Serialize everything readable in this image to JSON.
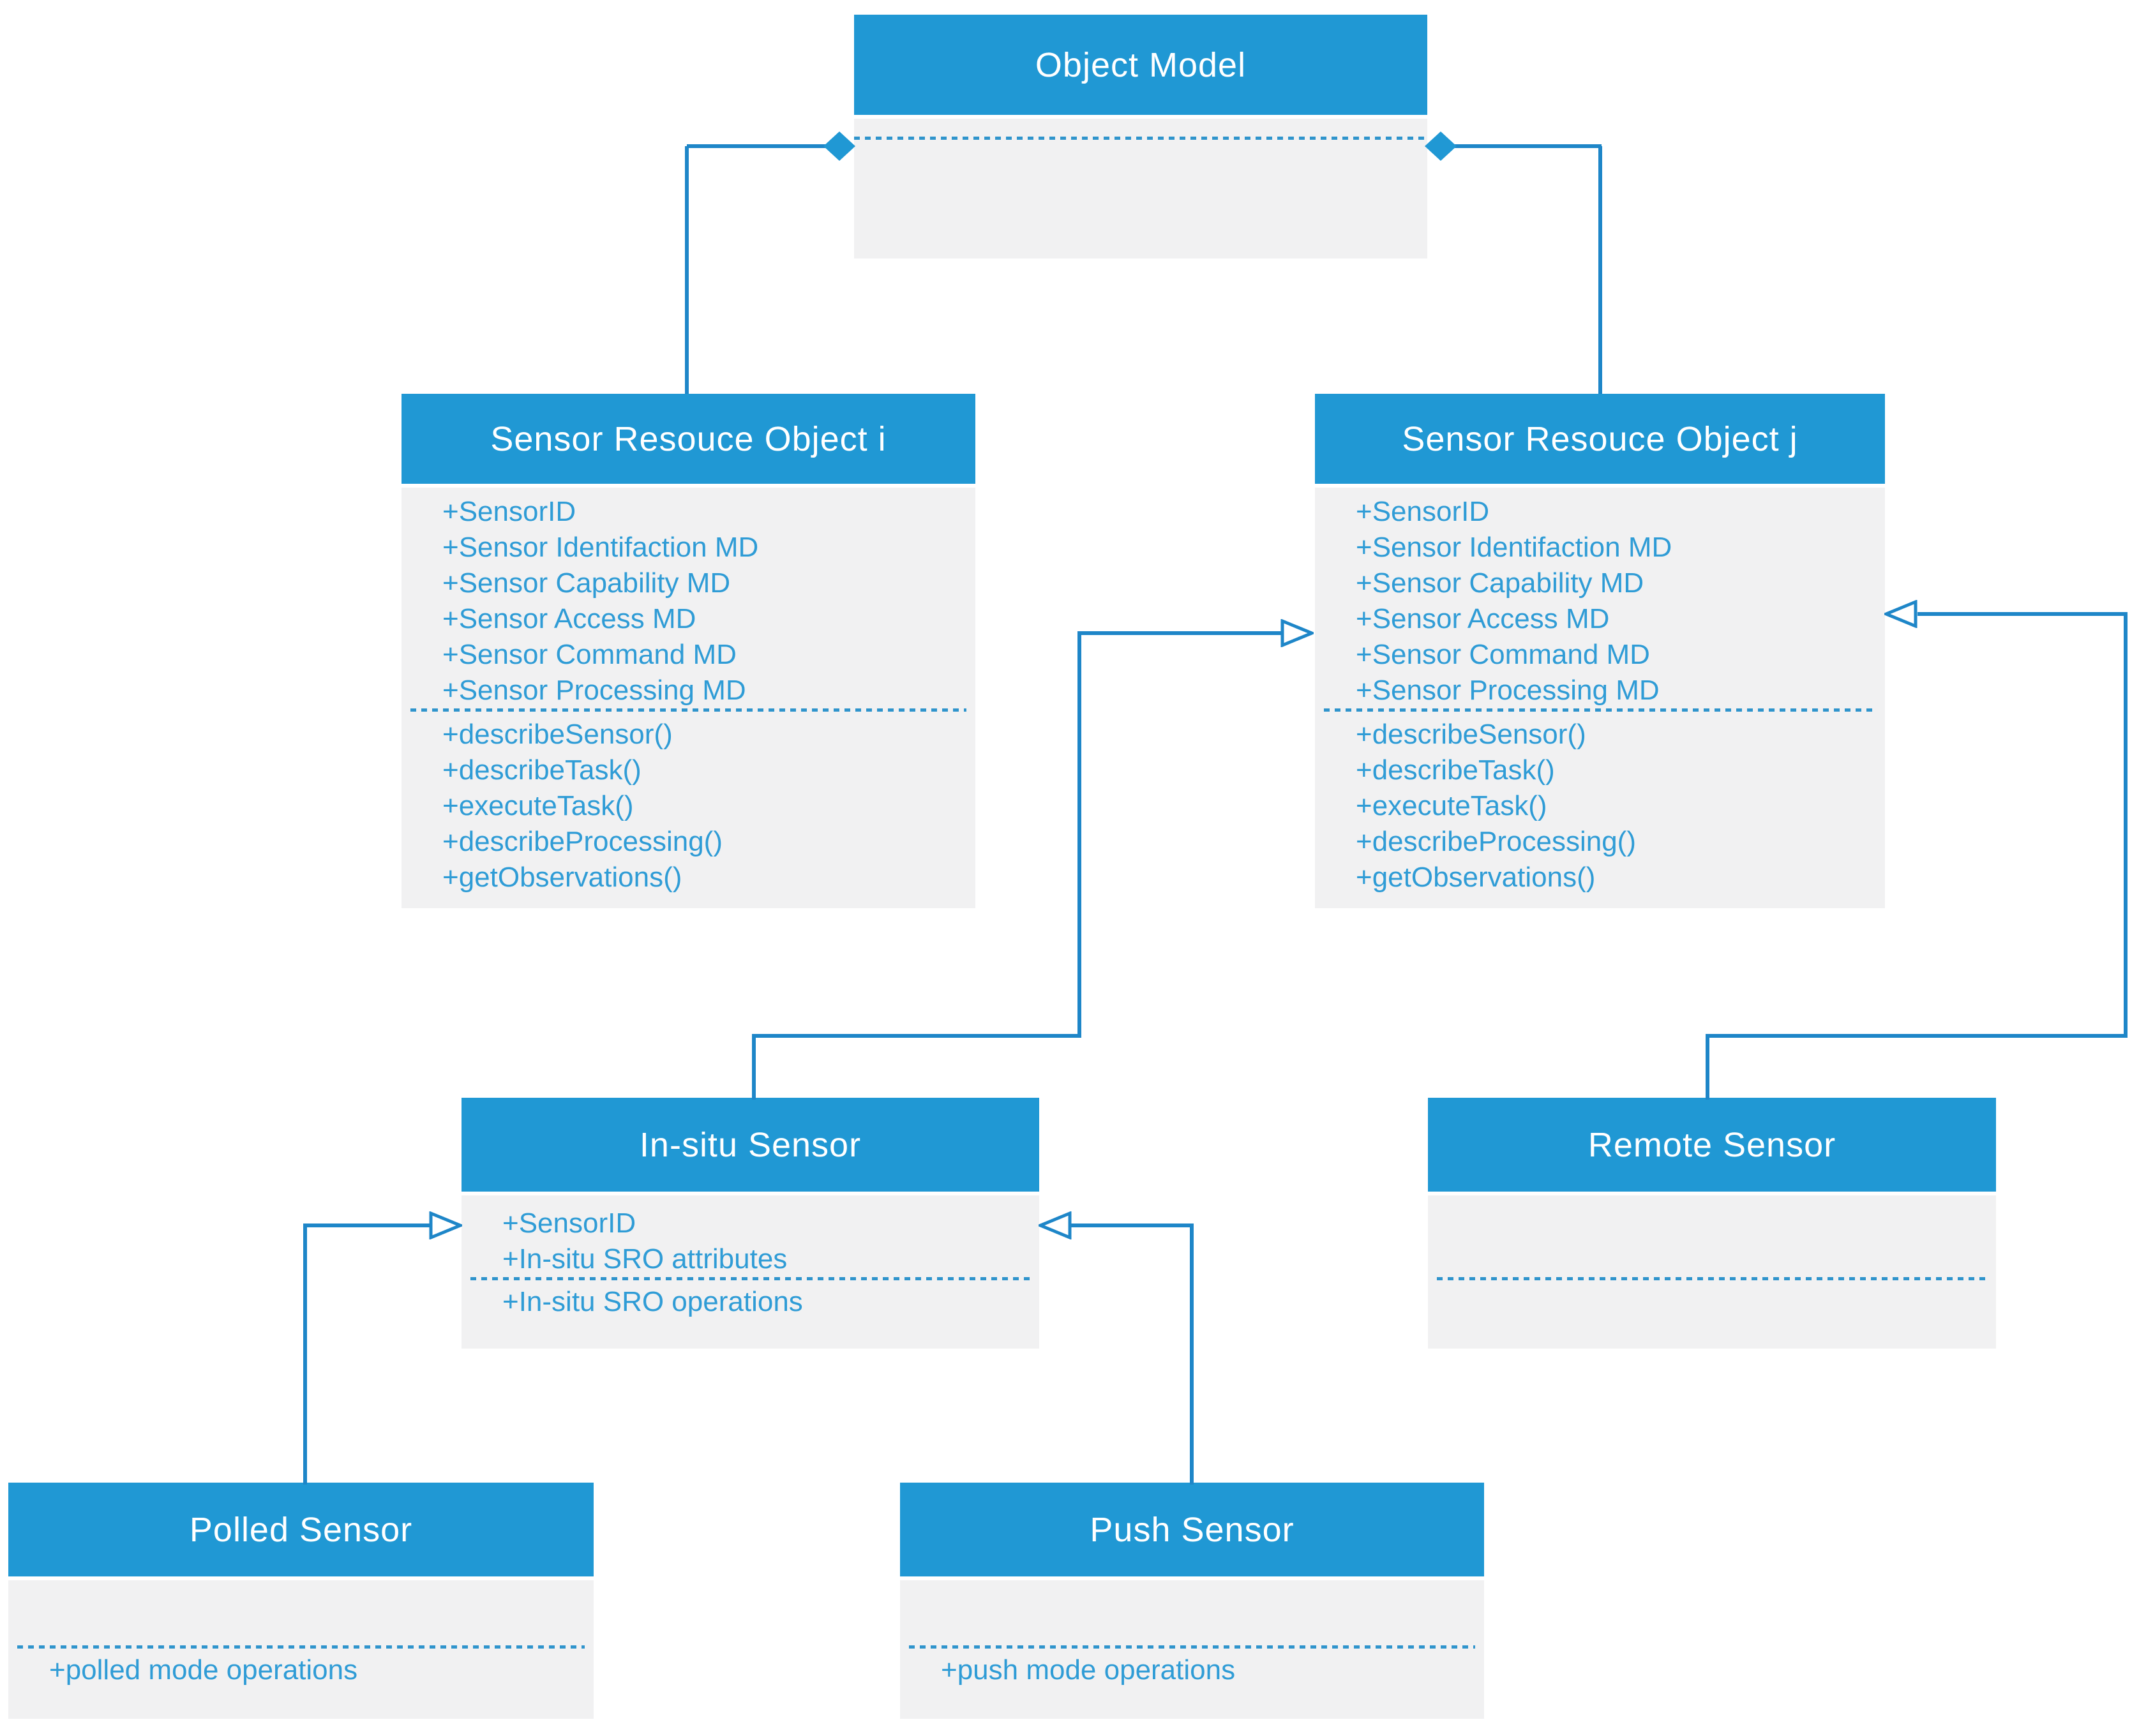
{
  "colors": {
    "header_blue": "#2098d4",
    "body_gray": "#f1f1f2",
    "text_blue": "#2f9cd6",
    "line_blue": "#1e86c8",
    "title_text": "#ffffff"
  },
  "classes": {
    "object_model": {
      "title": "Object Model",
      "attributes": [],
      "operations": []
    },
    "sro_i": {
      "title": "Sensor Resouce Object i",
      "attributes": [
        "+SensorID",
        "+Sensor Identifaction MD",
        "+Sensor Capability MD",
        "+Sensor Access MD",
        "+Sensor Command MD",
        "+Sensor Processing MD"
      ],
      "operations": [
        "+describeSensor()",
        "+describeTask()",
        "+executeTask()",
        "+describeProcessing()",
        "+getObservations()"
      ]
    },
    "sro_j": {
      "title": "Sensor Resouce Object j",
      "attributes": [
        "+SensorID",
        "+Sensor Identifaction MD",
        "+Sensor Capability MD",
        "+Sensor Access MD",
        "+Sensor Command MD",
        "+Sensor Processing MD"
      ],
      "operations": [
        "+describeSensor()",
        "+describeTask()",
        "+executeTask()",
        "+describeProcessing()",
        "+getObservations()"
      ]
    },
    "in_situ": {
      "title": "In-situ Sensor",
      "attributes": [
        "+SensorID",
        "+In-situ SRO attributes"
      ],
      "operations": [
        "+In-situ SRO operations"
      ]
    },
    "remote": {
      "title": "Remote Sensor",
      "attributes": [],
      "operations": []
    },
    "polled": {
      "title": "Polled Sensor",
      "attributes": [],
      "operations": [
        "+polled mode operations"
      ]
    },
    "push": {
      "title": "Push Sensor",
      "attributes": [],
      "operations": [
        "+push mode operations"
      ]
    }
  },
  "connectors": {
    "object_model_sro_i": "filled-diamond-composition",
    "object_model_sro_j": "filled-diamond-composition",
    "in_situ_to_sro_j": "hollow-triangle-inheritance",
    "remote_to_sro_j": "hollow-triangle-inheritance",
    "polled_to_in_situ": "hollow-triangle-inheritance",
    "push_to_in_situ": "hollow-triangle-inheritance"
  }
}
